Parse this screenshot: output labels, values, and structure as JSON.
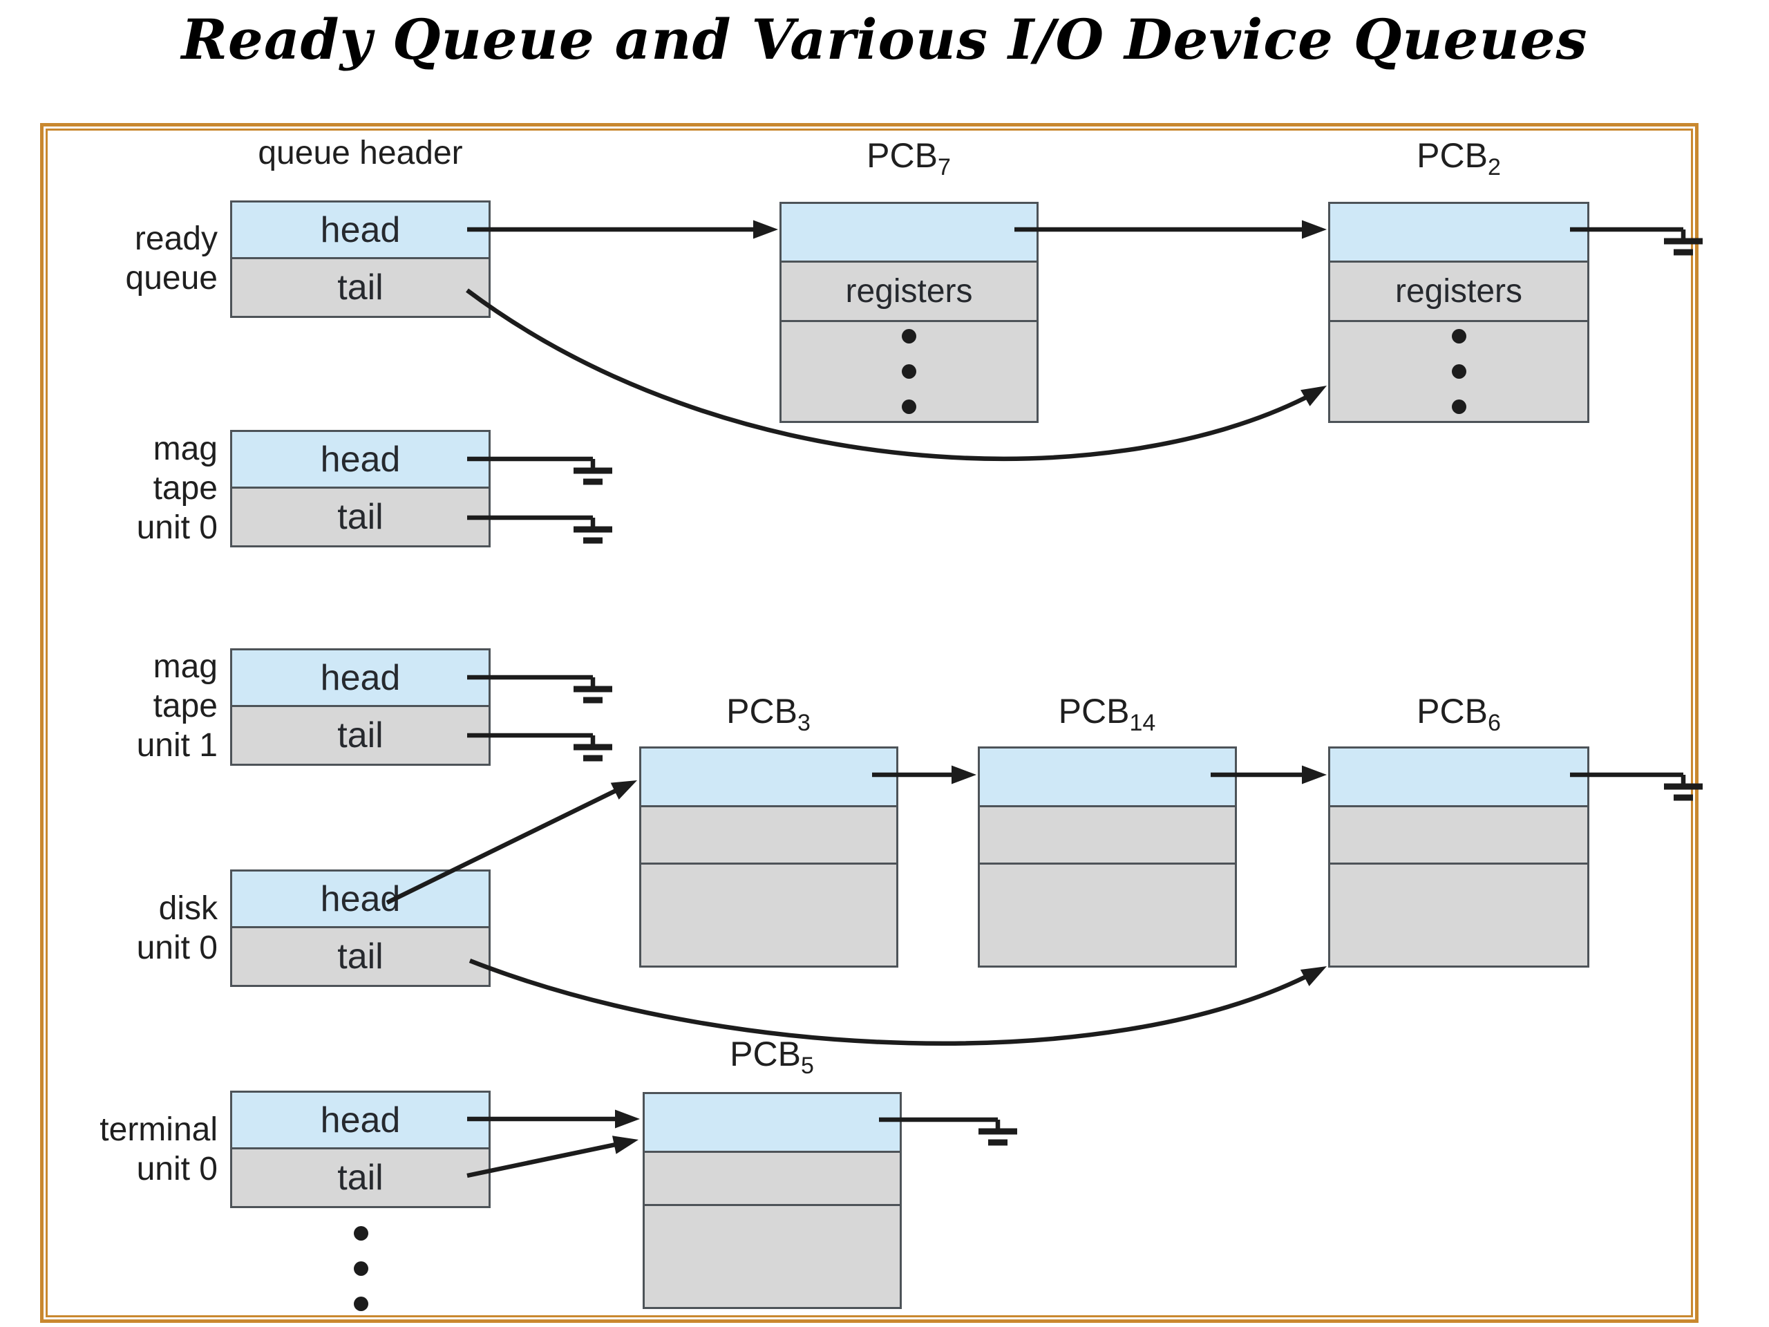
{
  "title": "Ready Queue and Various I/O Device Queues",
  "diagram": {
    "column_header_label": "queue header",
    "cell_labels": {
      "head": "head",
      "tail": "tail"
    },
    "registers_label": "registers",
    "queues": [
      {
        "name": "ready queue",
        "label_lines": [
          "ready",
          "queue"
        ]
      },
      {
        "name": "mag tape unit 0",
        "label_lines": [
          "mag",
          "tape",
          "unit 0"
        ]
      },
      {
        "name": "mag tape unit 1",
        "label_lines": [
          "mag",
          "tape",
          "unit 1"
        ]
      },
      {
        "name": "disk unit 0",
        "label_lines": [
          "disk",
          "unit 0"
        ]
      },
      {
        "name": "terminal unit 0",
        "label_lines": [
          "terminal",
          "unit 0"
        ]
      }
    ],
    "pcbs": [
      {
        "name": "PCB7",
        "base": "PCB",
        "sub": "7"
      },
      {
        "name": "PCB2",
        "base": "PCB",
        "sub": "2"
      },
      {
        "name": "PCB3",
        "base": "PCB",
        "sub": "3"
      },
      {
        "name": "PCB14",
        "base": "PCB",
        "sub": "14"
      },
      {
        "name": "PCB6",
        "base": "PCB",
        "sub": "6"
      },
      {
        "name": "PCB5",
        "base": "PCB",
        "sub": "5"
      }
    ],
    "colors": {
      "pointer_cell": "#cfe8f7",
      "data_cell": "#d7d7d7",
      "box_border": "#4d5358",
      "line": "#1c1c1c",
      "frame": "#c9882f",
      "title_text": "#000000",
      "label_text": "#1f1f1f"
    }
  }
}
